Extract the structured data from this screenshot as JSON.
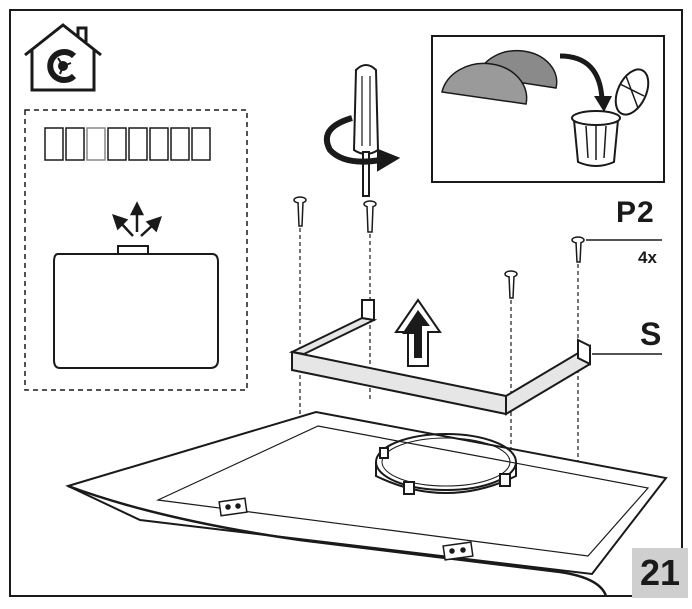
{
  "labels": {
    "screw_part": "P2",
    "screw_qty": "4x",
    "bracket_part": "S",
    "page_number": "21"
  },
  "icons": {
    "top_left": "recirculation-house-icon",
    "inset": "filter-disposal-trash-icon",
    "tool": "screwdriver-icon",
    "direction": "lift-up-arrow-icon"
  },
  "colors": {
    "stroke": "#1a1a1a",
    "filter_grey": "#8a8a8a",
    "page_badge": "#cfcfcf"
  }
}
